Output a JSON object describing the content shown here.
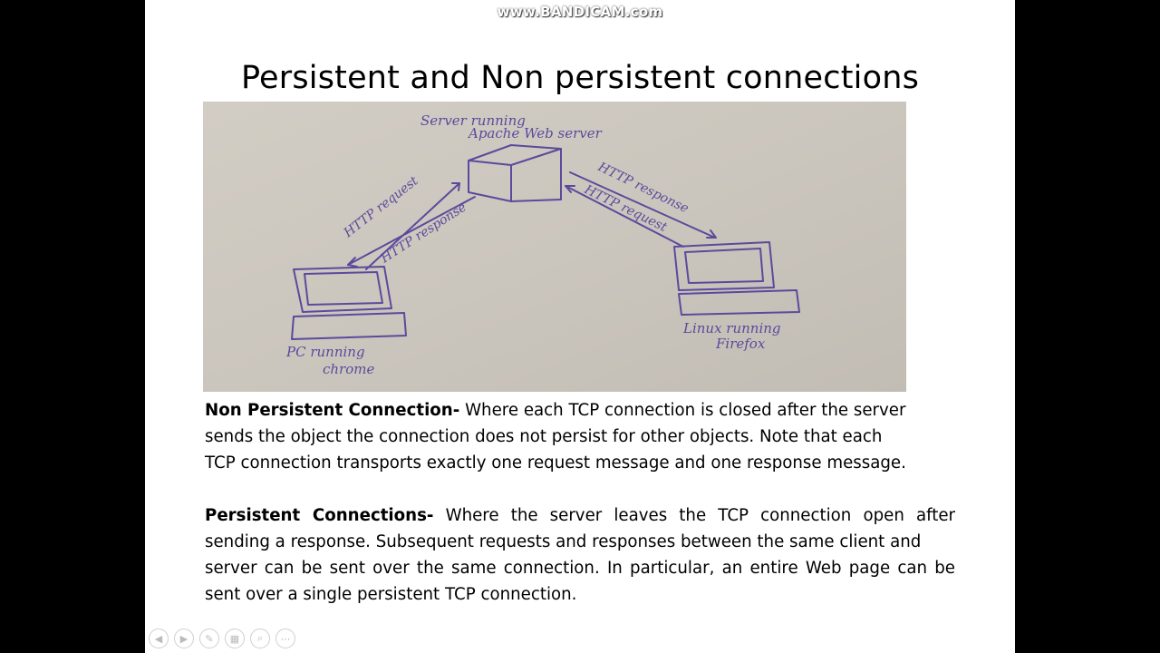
{
  "watermark": "www.BANDICAM.com",
  "slide": {
    "title": "Persistent and Non persistent connections",
    "diagram": {
      "server_label_line1": "Server running",
      "server_label_line2": "Apache Web server",
      "left_request": "HTTP request",
      "left_response": "HTTP response",
      "right_response": "HTTP response",
      "right_request": "HTTP request",
      "pc_label_line1": "PC running",
      "pc_label_line2": "chrome",
      "linux_label_line1": "Linux running",
      "linux_label_line2": "Firefox"
    },
    "non_persistent": {
      "heading": "Non Persistent Connection-",
      "text1": " Where each TCP connection is closed after the server",
      "text2": "sends the object the connection does not persist for other objects. Note that each",
      "text3": "TCP connection transports exactly one request message and one response message."
    },
    "persistent": {
      "heading": "Persistent Connections-",
      "text1": "  Where the server leaves the TCP connection open after sending a response. Subsequent requests and responses between the same client and",
      "text2": "server can be sent over the same connection. In particular, an entire Web page  can be sent over a single persistent TCP connection."
    }
  },
  "controls": [
    "previous-icon",
    "next-icon",
    "pen-icon",
    "slides-icon",
    "zoom-icon",
    "more-icon"
  ],
  "colors": {
    "ink": "#5b4a9c",
    "paper": "#cfcac1"
  }
}
